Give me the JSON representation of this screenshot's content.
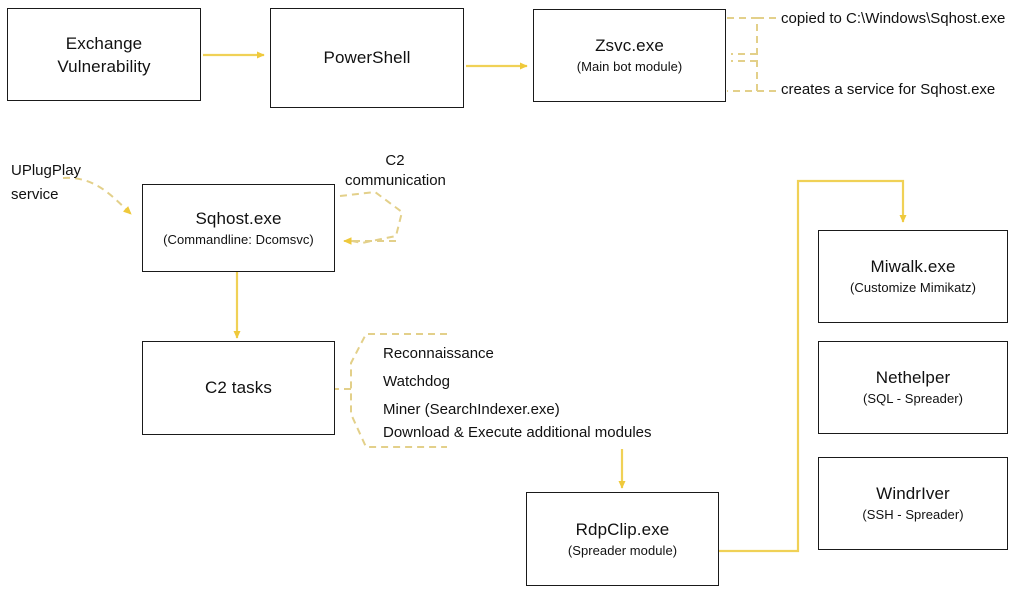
{
  "diagram": {
    "title": "Malware infection chain flowchart",
    "colors": {
      "arrow": "#EFC93B",
      "arrow_light": "#F3DA86",
      "dashed": "#E3D08A",
      "box_border": "#1a1a1a",
      "text": "#111111",
      "background": "#ffffff"
    },
    "nodes": [
      {
        "id": "exchange",
        "title": "Exchange",
        "title2": "Vulnerability",
        "subtitle": ""
      },
      {
        "id": "powershell",
        "title": "PowerShell",
        "subtitle": ""
      },
      {
        "id": "zsvc",
        "title": "Zsvc.exe",
        "subtitle": "(Main bot module)"
      },
      {
        "id": "sqhost",
        "title": "Sqhost.exe",
        "subtitle": "(Commandline: Dcomsvc)"
      },
      {
        "id": "c2tasks",
        "title": "C2 tasks",
        "subtitle": ""
      },
      {
        "id": "rdpclip",
        "title": "RdpClip.exe",
        "subtitle": "(Spreader module)"
      },
      {
        "id": "miwalk",
        "title": "Miwalk.exe",
        "subtitle": "(Customize Mimikatz)"
      },
      {
        "id": "nethelper",
        "title": "Nethelper",
        "subtitle": "(SQL - Spreader)"
      },
      {
        "id": "windriver",
        "title": "WindrIver",
        "subtitle": "(SSH - Spreader)"
      }
    ],
    "annotations": {
      "zsvc_copied": "copied to C:\\Windows\\Sqhost.exe",
      "zsvc_service": "creates a service for Sqhost.exe",
      "uplugplay_line1": "UPlugPlay",
      "uplugplay_line2": "service",
      "c2_comm_line1": "C2",
      "c2_comm_line2": "communication"
    },
    "c2_task_items": [
      "Reconnaissance",
      "Watchdog",
      "Miner (SearchIndexer.exe)",
      "Download & Execute additional modules"
    ]
  }
}
